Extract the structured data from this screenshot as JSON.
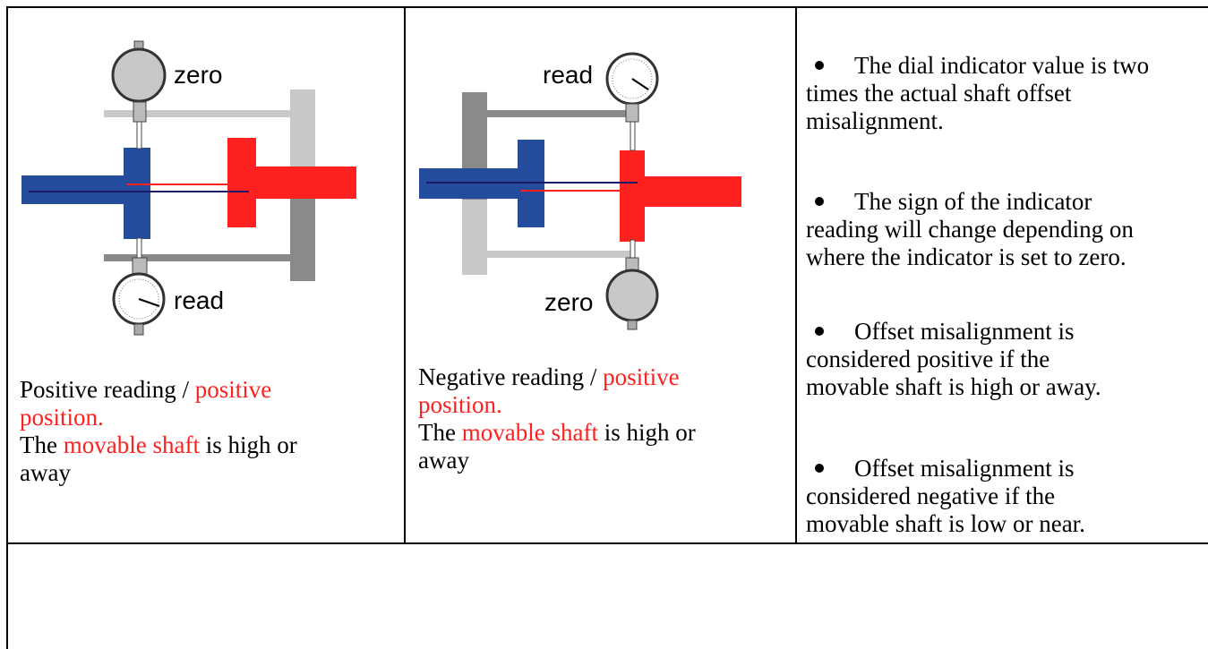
{
  "cell1": {
    "zero_label": "zero",
    "read_label": "read",
    "caption_line1": "Positive reading / ",
    "caption_red1": "positive",
    "caption_red2": "position.",
    "caption_line3a": "The ",
    "caption_red3": "movable shaft",
    "caption_line3b": " is high or",
    "caption_line4": "away"
  },
  "cell2": {
    "read_label": "read",
    "zero_label": "zero",
    "caption_line1": "Negative reading / ",
    "caption_red1": "positive",
    "caption_red2": "position.",
    "caption_line3a": "The ",
    "caption_red3": "movable shaft",
    "caption_line3b": " is high or",
    "caption_line4": "away"
  },
  "bullets": [
    {
      "line1": "The dial indicator value is two",
      "line2": "times the actual shaft offset",
      "line3": "misalignment."
    },
    {
      "line1": "The sign of the indicator",
      "line2": "reading will change depending on",
      "line3": "where the indicator is set to zero."
    },
    {
      "line1": "Offset misalignment is",
      "line2": "considered positive if the",
      "line3": "movable shaft is high or away."
    },
    {
      "line1": "Offset misalignment is",
      "line2": "considered negative if the",
      "line3": "movable shaft is low or near."
    }
  ],
  "colors": {
    "stationary_shaft": "#244b9c",
    "movable_shaft": "#ff2020",
    "bracket_light": "#c8c8c8",
    "bracket_dark": "#888888"
  }
}
